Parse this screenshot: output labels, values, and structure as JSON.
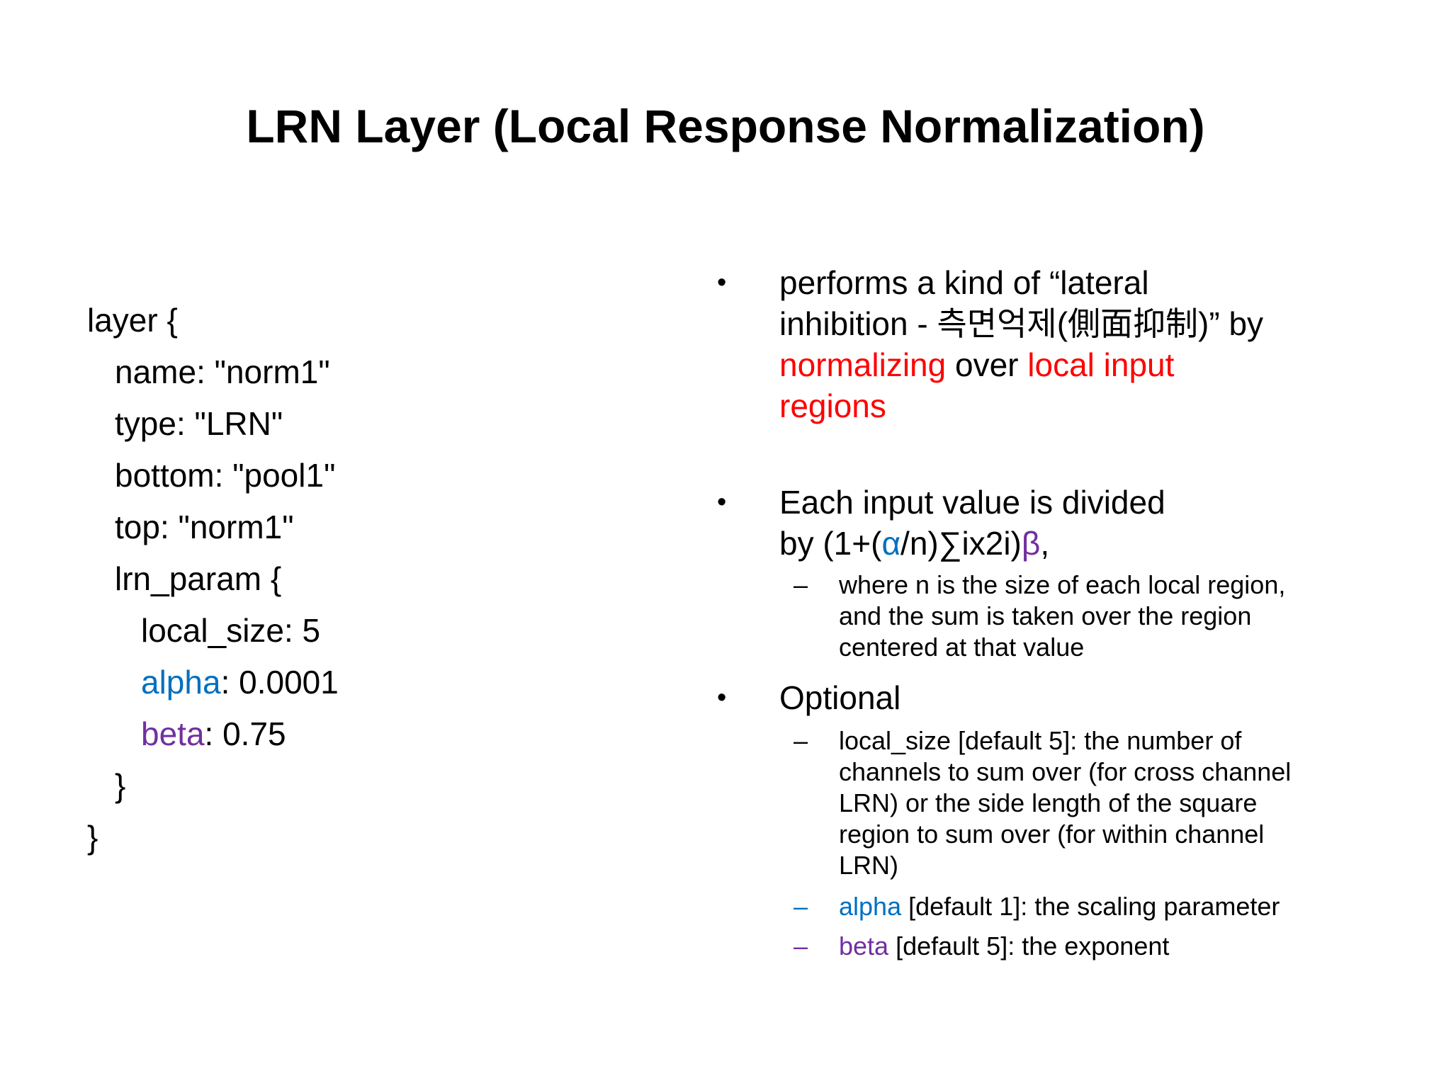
{
  "title": "LRN Layer (Local Response Normalization)",
  "colors": {
    "text": "#000000",
    "alpha": "#0070C0",
    "beta": "#7030A0",
    "highlight": "#FF0000"
  },
  "code_block": {
    "lines": [
      {
        "indent": 0,
        "segments": [
          {
            "t": "layer {"
          }
        ]
      },
      {
        "indent": 1,
        "segments": [
          {
            "t": "name: \"norm1\""
          }
        ]
      },
      {
        "indent": 1,
        "segments": [
          {
            "t": "type: \"LRN\""
          }
        ]
      },
      {
        "indent": 1,
        "segments": [
          {
            "t": "bottom: \"pool1\""
          }
        ]
      },
      {
        "indent": 1,
        "segments": [
          {
            "t": "top: \"norm1\""
          }
        ]
      },
      {
        "indent": 1,
        "segments": [
          {
            "t": "lrn_param {"
          }
        ]
      },
      {
        "indent": 2,
        "segments": [
          {
            "t": "local_size: 5"
          }
        ]
      },
      {
        "indent": 2,
        "segments": [
          {
            "t": "alpha",
            "c": "alpha"
          },
          {
            "t": ": 0.0001"
          }
        ]
      },
      {
        "indent": 2,
        "segments": [
          {
            "t": "beta",
            "c": "beta"
          },
          {
            "t": ": 0.75"
          }
        ]
      },
      {
        "indent": 1,
        "segments": [
          {
            "t": "}"
          }
        ]
      },
      {
        "indent": 0,
        "segments": [
          {
            "t": "}"
          }
        ]
      }
    ]
  },
  "bullets": [
    {
      "level": 1,
      "marker": "•",
      "gap_before": 0,
      "lines": [
        [
          {
            "t": "performs a kind of “lateral"
          }
        ],
        [
          {
            "t": "inhibition - 측면억제(側面抑制)” by"
          }
        ],
        [
          {
            "t": "normalizing",
            "c": "highlight"
          },
          {
            "t": " over "
          },
          {
            "t": "local input",
            "c": "highlight"
          }
        ],
        [
          {
            "t": "regions",
            "c": "highlight"
          }
        ]
      ]
    },
    {
      "level": 1,
      "marker": "•",
      "gap_before": 78,
      "lines": [
        [
          {
            "t": "Each input value is divided"
          }
        ],
        [
          {
            "t": "by (1+("
          },
          {
            "t": "α",
            "c": "alpha"
          },
          {
            "t": "/n)∑ix2i)"
          },
          {
            "t": "β",
            "c": "beta"
          },
          {
            "t": ","
          }
        ]
      ]
    },
    {
      "level": 2,
      "marker": "–",
      "gap_before": 8,
      "lines": [
        [
          {
            "t": "where n is the size of each local region,"
          }
        ],
        [
          {
            "t": "and the sum is taken over the region"
          }
        ],
        [
          {
            "t": "centered at that value"
          }
        ]
      ]
    },
    {
      "level": 1,
      "marker": "•",
      "gap_before": 20,
      "lines": [
        [
          {
            "t": "Optional"
          }
        ]
      ]
    },
    {
      "level": 2,
      "marker": "–",
      "gap_before": 10,
      "lines": [
        [
          {
            "t": "local_size [default 5]: the number of"
          }
        ],
        [
          {
            "t": "channels to sum over (for cross channel"
          }
        ],
        [
          {
            "t": "LRN) or the side length of the square"
          }
        ],
        [
          {
            "t": "region to sum over (for within channel"
          }
        ],
        [
          {
            "t": "LRN)"
          }
        ]
      ]
    },
    {
      "level": 2,
      "marker": "–",
      "marker_color": "alpha",
      "gap_before": 14,
      "lines": [
        [
          {
            "t": "alpha",
            "c": "alpha"
          },
          {
            "t": " [default 1]: the scaling parameter"
          }
        ]
      ]
    },
    {
      "level": 2,
      "marker": "–",
      "marker_color": "beta",
      "gap_before": 12,
      "lines": [
        [
          {
            "t": "beta",
            "c": "beta"
          },
          {
            "t": " [default 5]: the exponent"
          }
        ]
      ]
    }
  ]
}
